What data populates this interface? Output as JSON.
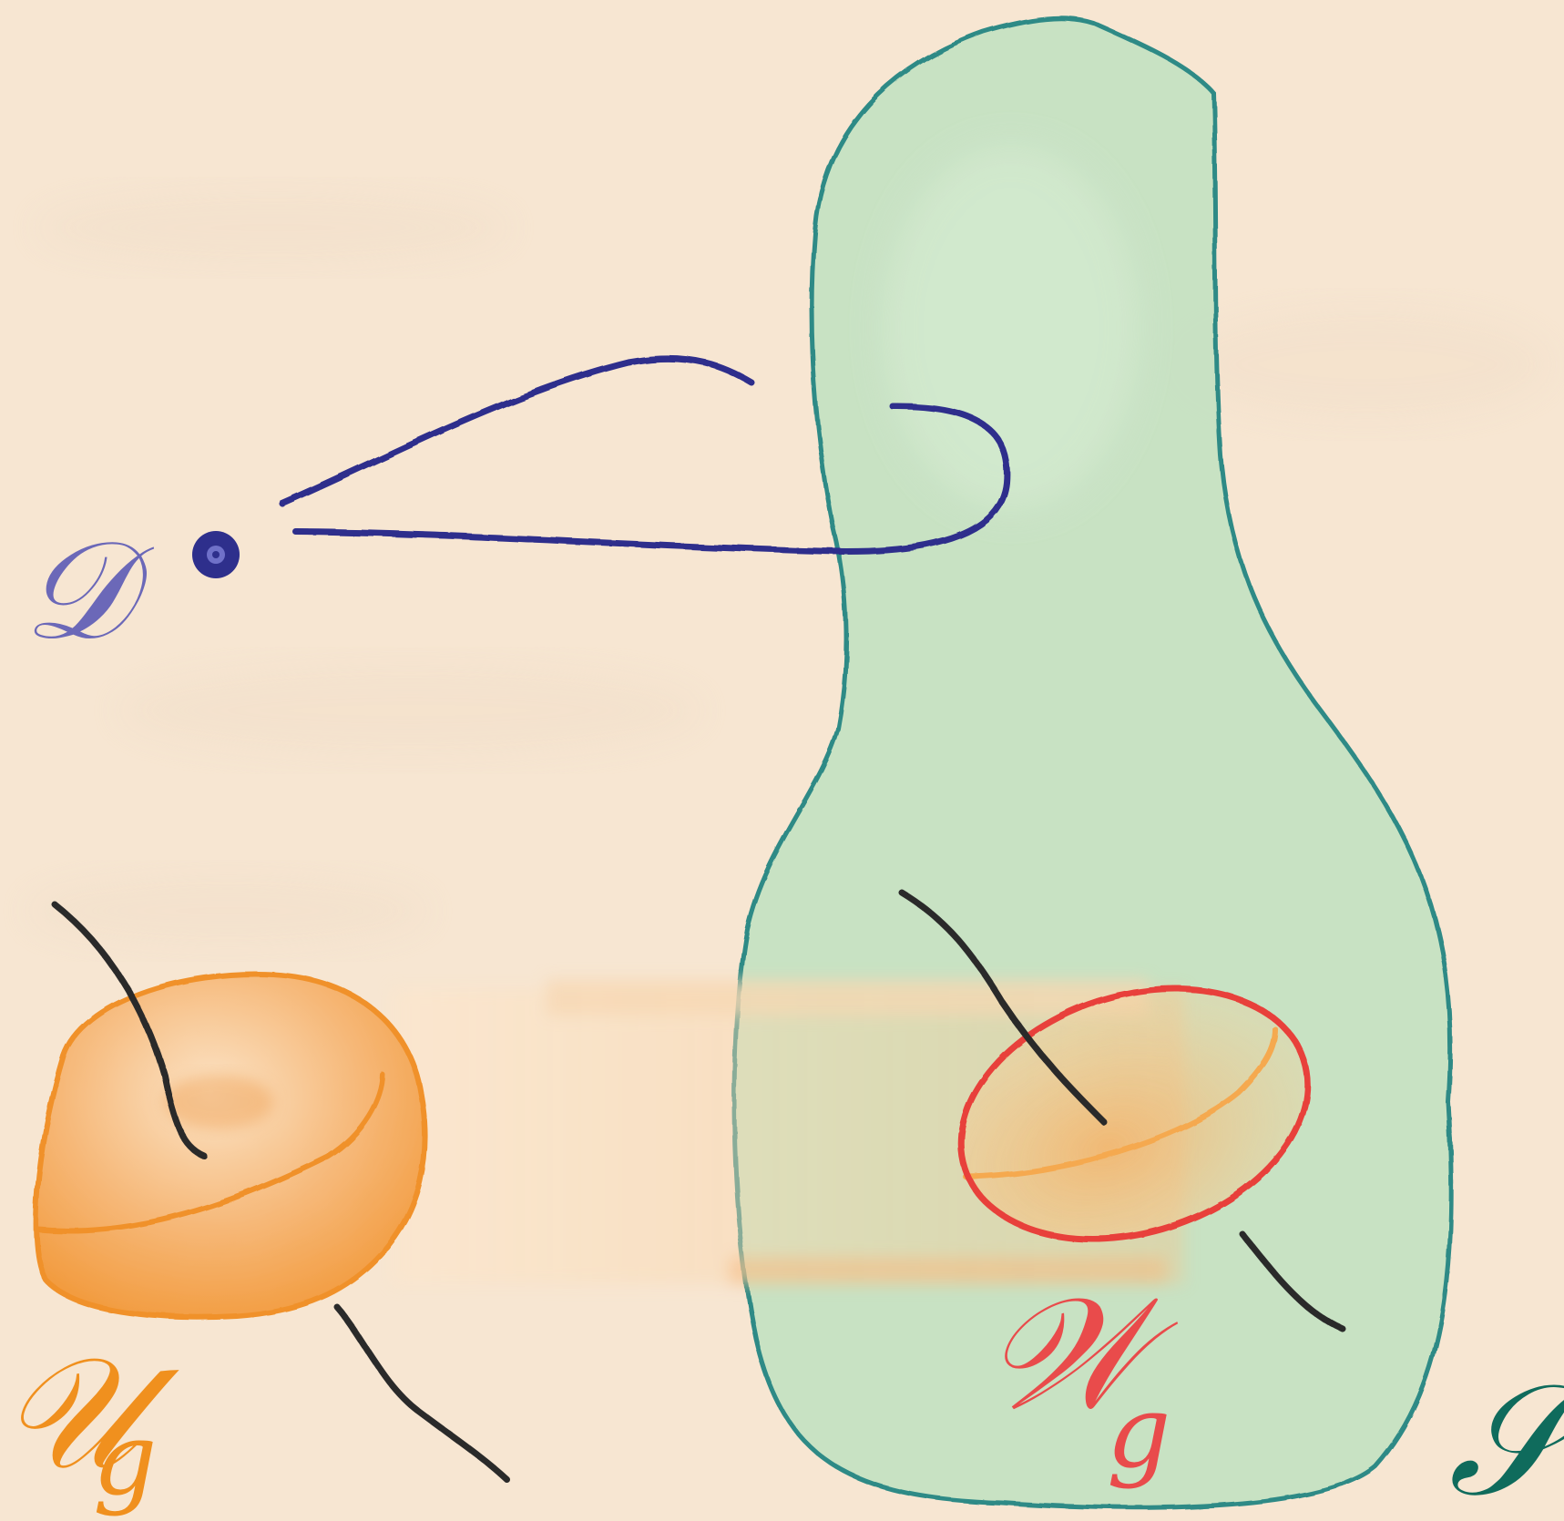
{
  "labels": {
    "operator_D": "𝒟",
    "region_U": "𝒰",
    "region_U_sub": "g",
    "region_W": "𝒲",
    "region_W_sub": "g",
    "region_S": "𝒮"
  },
  "colors": {
    "background": "#f7e6d2",
    "region_S_fill": "#bfe0c1",
    "region_S_stroke": "#2f8a86",
    "region_U_fill": "#f2a24d",
    "region_U_stroke": "#f0912a",
    "region_W_stroke": "#e8403a",
    "operator_D": "#2e2f8c",
    "label_D": "#6b68b8",
    "label_U": "#f0901e",
    "label_W": "#e94b4b",
    "label_S": "#0f6b5c",
    "defect_line": "#2a2a2a"
  }
}
